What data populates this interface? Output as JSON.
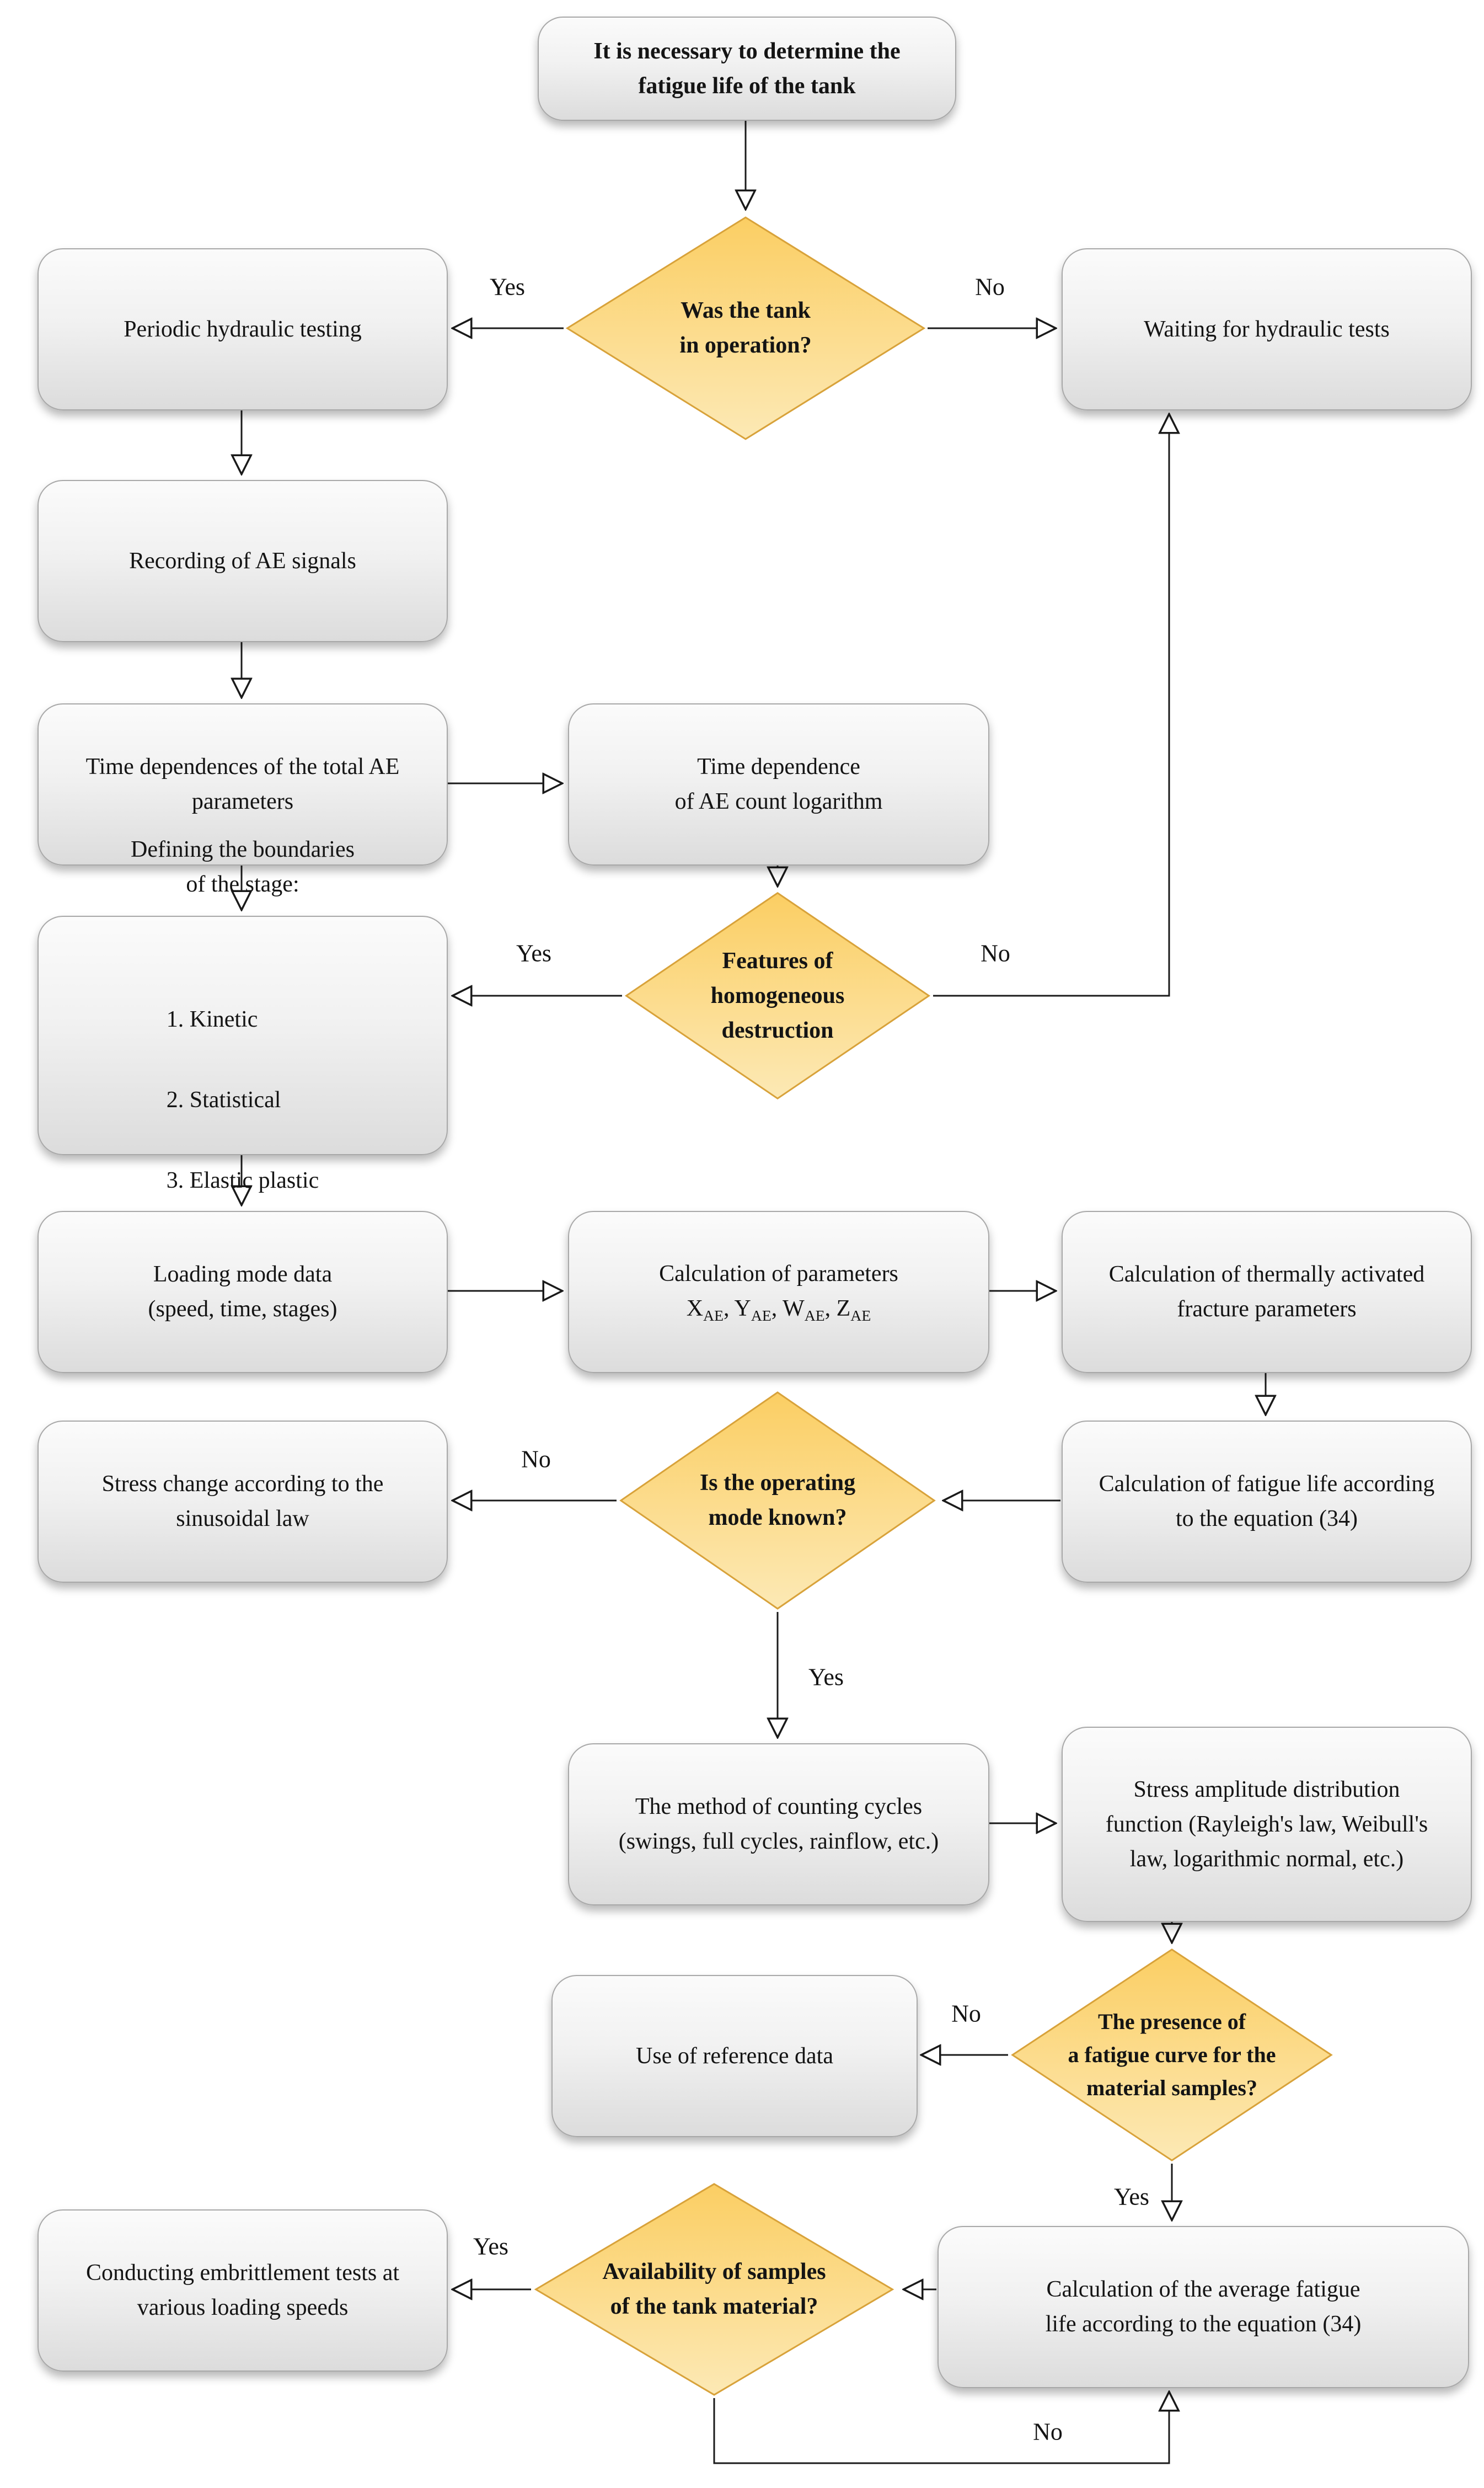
{
  "colors": {
    "box_top": "#fbfbfb",
    "box_bottom": "#dcdcdc",
    "box_border": "#a8a8a8",
    "diamond_top": "#fbce63",
    "diamond_bottom": "#fce9b5",
    "diamond_border": "#d8a23a",
    "arrow": "#1a1a1a",
    "text": "#141414"
  },
  "nodes": {
    "start": {
      "label": "It is necessary to determine the\nfatigue life of the tank"
    },
    "d1": {
      "label": "Was the tank\nin operation?"
    },
    "periodic": {
      "label": "Periodic hydraulic testing"
    },
    "waiting": {
      "label": "Waiting for hydraulic tests"
    },
    "recording": {
      "label": "Recording of AE signals"
    },
    "time_dep_total": {
      "label": "Time dependences of the total AE\nparameters"
    },
    "time_dep_log": {
      "label": "Time dependence\nof AE count logarithm"
    },
    "defining": {
      "heading": "Defining the boundaries\nof the stage:",
      "items": [
        "1. Kinetic",
        "2. Statistical",
        "3. Elastic plastic"
      ]
    },
    "d2": {
      "label": "Features of\nhomogeneous\ndestruction"
    },
    "loading": {
      "label": "Loading mode data\n(speed, time, stages)"
    },
    "calc_params": {
      "line1": "Calculation of parameters",
      "p1": "X",
      "p2": "Y",
      "p3": "W",
      "p4": "Z",
      "sub": "AE",
      "sep": ", "
    },
    "calc_thermal": {
      "label": "Calculation of thermally activated\nfracture parameters"
    },
    "d3": {
      "label": "Is the operating\nmode known?"
    },
    "calc_fatigue": {
      "label": "Calculation of fatigue life according\nto the equation (34)"
    },
    "stress_change": {
      "label": "Stress change according to the\nsinusoidal law"
    },
    "counting": {
      "label": "The method of counting cycles\n(swings, full cycles, rainflow, etc.)"
    },
    "stress_amp": {
      "label": "Stress amplitude distribution\nfunction (Rayleigh's law, Weibull's\nlaw, logarithmic normal, etc.)"
    },
    "d4": {
      "label": "The presence of\na fatigue curve for the\nmaterial samples?"
    },
    "reference": {
      "label": "Use of reference data"
    },
    "d5": {
      "label": "Availability of samples\nof the tank material?"
    },
    "embrittle": {
      "label": "Conducting embrittlement tests at\nvarious loading speeds"
    },
    "calc_avg": {
      "label": "Calculation of the average fatigue\nlife according to the equation (34)"
    }
  },
  "edge_labels": {
    "d1_yes": "Yes",
    "d1_no": "No",
    "d2_yes": "Yes",
    "d2_no": "No",
    "d3_no": "No",
    "d3_yes": "Yes",
    "d4_no": "No",
    "d4_yes": "Yes",
    "d5_yes": "Yes",
    "d5_no": "No"
  }
}
